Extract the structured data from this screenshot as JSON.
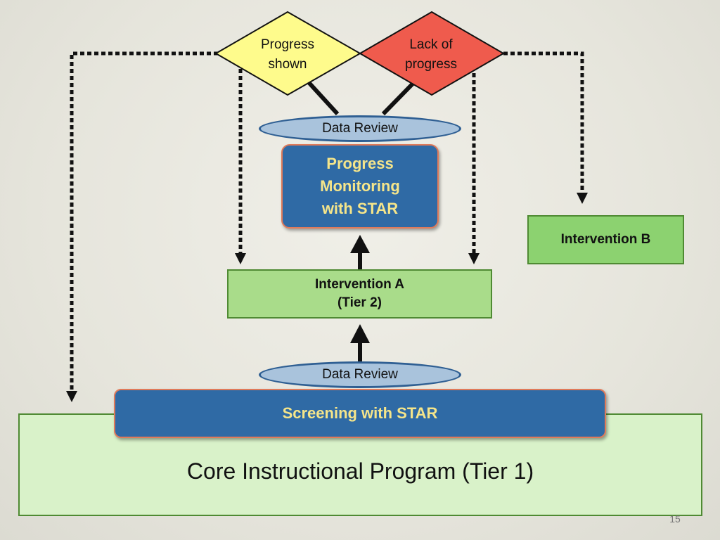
{
  "diagram": {
    "decision_progress": "Progress\nshown",
    "decision_lack": "Lack of\nprogress",
    "data_review_top": "Data Review",
    "progress_monitoring": "Progress\nMonitoring\nwith STAR",
    "intervention_a": "Intervention A\n(Tier 2)",
    "intervention_b": "Intervention B",
    "data_review_bottom": "Data Review",
    "screening": "Screening with STAR",
    "core_program": "Core Instructional Program (Tier 1)",
    "slide_number": "15"
  },
  "colors": {
    "progress_diamond": "#fefb8c",
    "lack_diamond": "#ef5b4d",
    "blue_box": "#2f6aa5",
    "green_box": "#a9dc8a",
    "core_fill": "#d9f2c9",
    "label_yellow": "#f5e58a"
  }
}
